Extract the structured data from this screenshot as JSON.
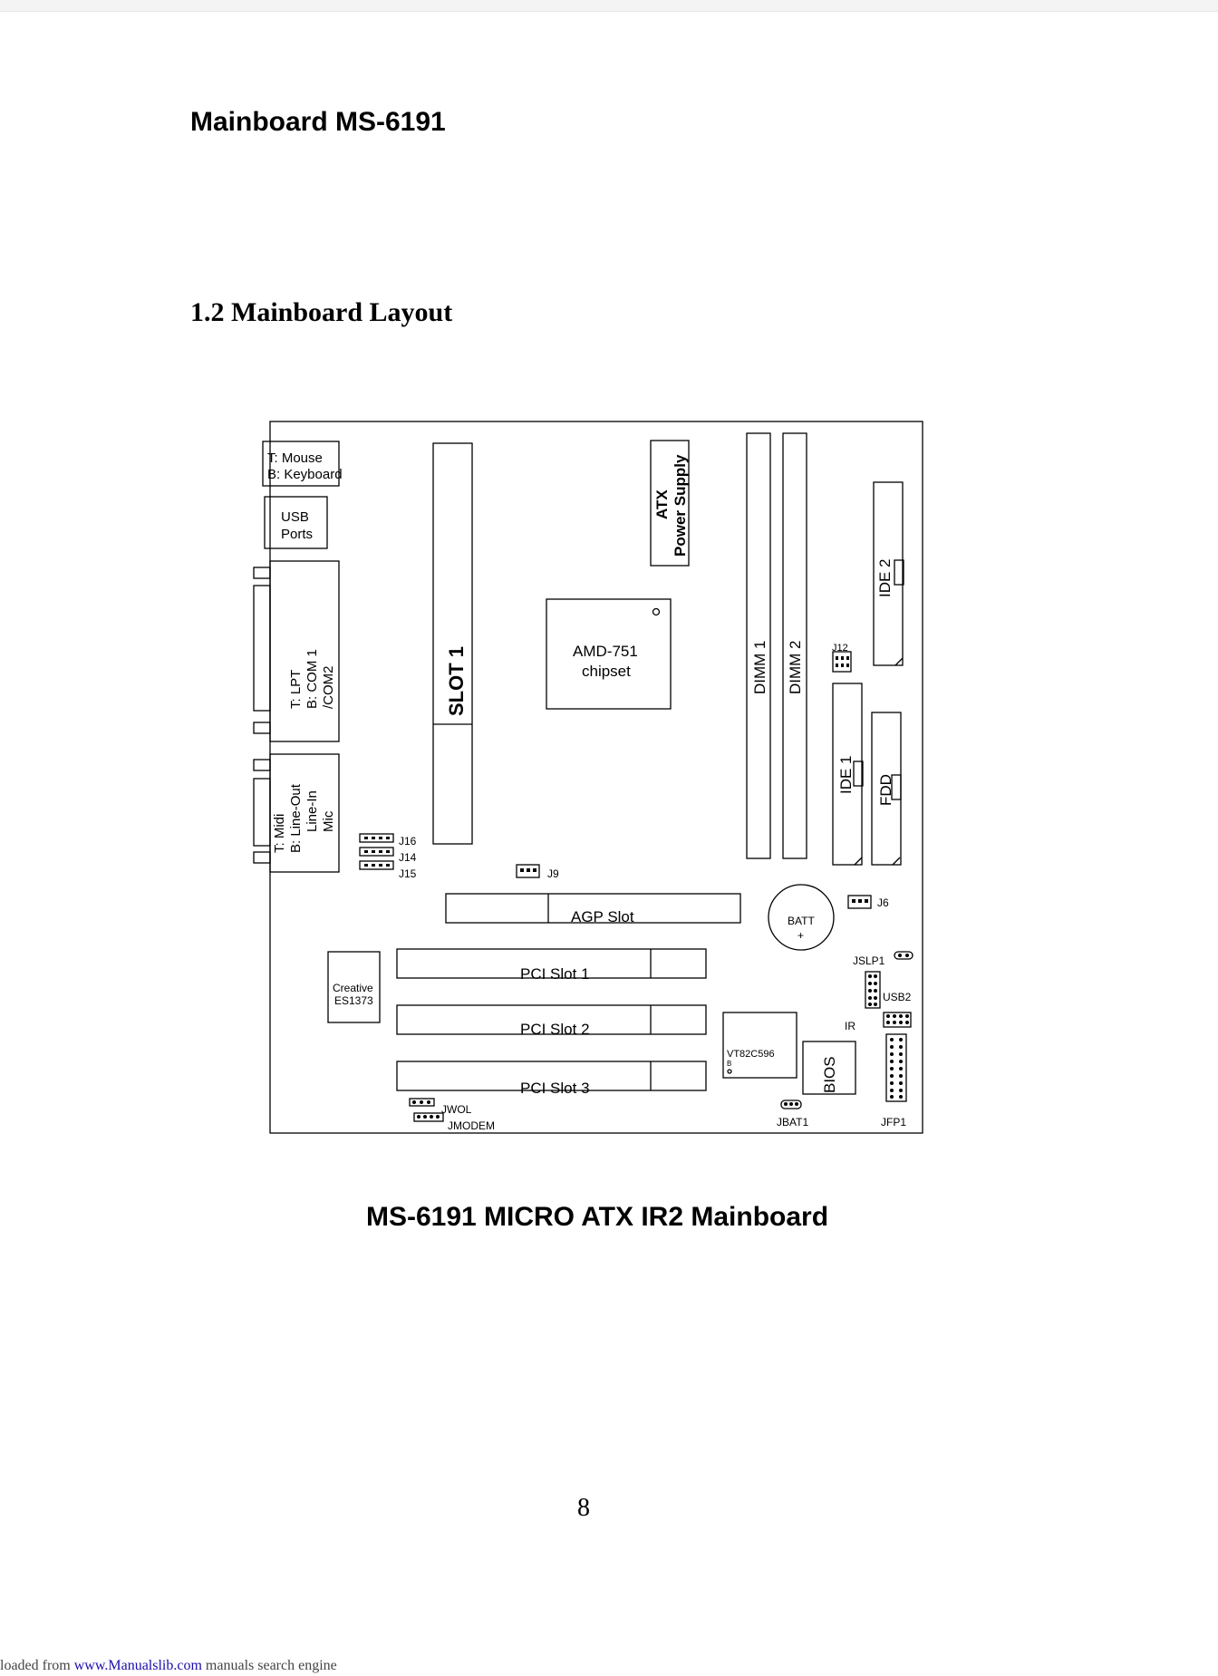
{
  "header": {
    "title": "Mainboard MS-6191"
  },
  "section": {
    "title": "1.2  Mainboard Layout"
  },
  "diagram": {
    "ps2": {
      "line1": "T: Mouse",
      "line2": "B: Keyboard"
    },
    "usb_ports": {
      "line1": "USB",
      "line2": "Ports"
    },
    "lpt_com": {
      "line1": "T: LPT",
      "line2": "B: COM 1",
      "line3": "/COM2"
    },
    "audio": {
      "line1": "T: Midi",
      "line2": "B: Line-Out",
      "line3": "Line-In",
      "line4": "Mic"
    },
    "slot1": "SLOT 1",
    "atx_power": {
      "line1": "ATX",
      "line2": "Power Supply"
    },
    "chipset": {
      "line1": "AMD-751",
      "line2": "chipset"
    },
    "dimm1": "DIMM 1",
    "dimm2": "DIMM 2",
    "ide2": "IDE 2",
    "ide1": "IDE 1",
    "fdd": "FDD",
    "j12": "J12",
    "j16": "J16",
    "j14": "J14",
    "j15": "J15",
    "j9": "J9",
    "j6": "J6",
    "agp": "AGP Slot",
    "batt": {
      "line1": "BATT",
      "line2": "+"
    },
    "creative": {
      "line1": "Creative",
      "line2": "ES1373"
    },
    "pci1": "PCI Slot 1",
    "pci2": "PCI Slot 2",
    "pci3": "PCI Slot 3",
    "jslp1": "JSLP1",
    "usb2": "USB2",
    "ir": "IR",
    "southbridge": {
      "line1": "VT82C596",
      "line2": "B"
    },
    "bios": "BIOS",
    "jwol": "JWOL",
    "jmodem": "JMODEM",
    "jbat1": "JBAT1",
    "jfp1": "JFP1"
  },
  "caption": "MS-6191 MICRO ATX IR2 Mainboard",
  "page_number": "8",
  "footer": {
    "prefix": "loaded from ",
    "link": "www.Manualslib.com",
    "suffix": "  manuals search engine"
  }
}
